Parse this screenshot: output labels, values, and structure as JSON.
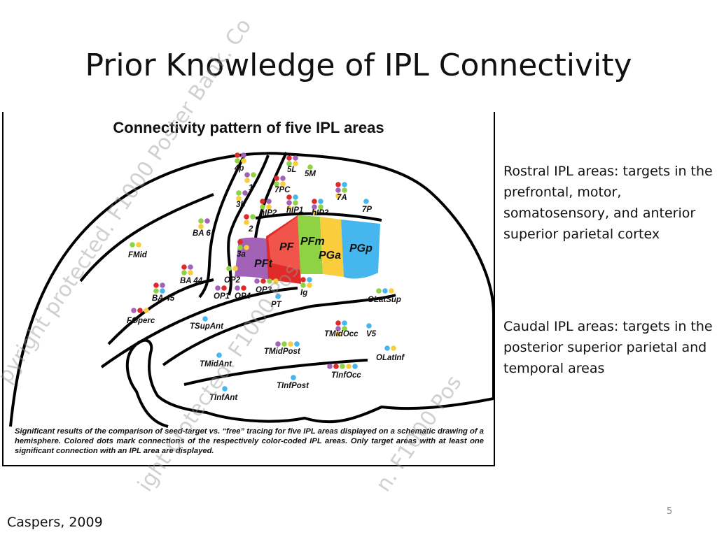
{
  "slide": {
    "title": "Prior Knowledge of IPL Connectivity",
    "rostral_text": "Rostral IPL areas: targets in the prefrontal, motor, somatosensory, and anterior superior parietal cortex",
    "caudal_text": "Caudal IPL areas: targets in the posterior superior parietal and temporal areas",
    "citation": "Caspers, 2009",
    "page_number": "5"
  },
  "figure": {
    "title": "Connectivity pattern of five IPL areas",
    "caption": "Significant results of the comparison of seed-target vs. “free” tracing for five IPL areas displayed on a schematic drawing of a hemisphere. Colored dots mark connections of the respectively color-coded IPL areas. Only target areas with at least one significant connection with an IPL area are displayed.",
    "watermark_texts": [
      "pyright protected. F1000 Poster Bank. Co",
      "ight protected. F1000 Pos",
      "n. F1000 Pos"
    ]
  },
  "colors": {
    "PFop": "#a262b8",
    "PFt": "#e02a2a",
    "PF": "#f0544a",
    "PFm": "#8fd243",
    "PGa": "#f9cd3c",
    "PGp": "#45b6ee"
  },
  "ipl_areas": [
    {
      "id": "PFt",
      "label": "PFt",
      "color": "#e02a2a"
    },
    {
      "id": "PF",
      "label": "PF",
      "color": "#f0544a"
    },
    {
      "id": "PFm",
      "label": "PFm",
      "color": "#8fd243"
    },
    {
      "id": "PGa",
      "label": "PGa",
      "color": "#f9cd3c"
    },
    {
      "id": "PGp",
      "label": "PGp",
      "color": "#45b6ee"
    }
  ],
  "target_areas": [
    {
      "label": "4p",
      "dots": [
        "PFt",
        "PFop",
        "PFm",
        "PGa"
      ]
    },
    {
      "label": "5L",
      "dots": [
        "PFt",
        "PFop",
        "PFm",
        "PGa"
      ]
    },
    {
      "label": "5M",
      "dots": [
        "PFm"
      ]
    },
    {
      "label": "1",
      "dots": [
        "PFop",
        "PFm",
        "PGa"
      ]
    },
    {
      "label": "7PC",
      "dots": [
        "PFt",
        "PFop",
        "PFm",
        "PGa"
      ]
    },
    {
      "label": "3b",
      "dots": [
        "PFm",
        "PFop",
        "PGa"
      ]
    },
    {
      "label": "hIP2",
      "dots": [
        "PFt",
        "PFop",
        "PFm",
        "PGa"
      ]
    },
    {
      "label": "hIP1",
      "dots": [
        "PFt",
        "PGp",
        "PFop",
        "PFm",
        "PGa"
      ]
    },
    {
      "label": "hIP3",
      "dots": [
        "PFt",
        "PGp",
        "PFop",
        "PFm",
        "PGa"
      ]
    },
    {
      "label": "7A",
      "dots": [
        "PFt",
        "PGp",
        "PFop",
        "PFm",
        "PGa"
      ]
    },
    {
      "label": "7P",
      "dots": [
        "PGp"
      ]
    },
    {
      "label": "2",
      "dots": [
        "PFt",
        "PFm",
        "PGa"
      ]
    },
    {
      "label": "BA 6",
      "dots": [
        "PFm",
        "PFop",
        "PGa"
      ]
    },
    {
      "label": "3a",
      "dots": [
        "PFt",
        "PFop",
        "PFm",
        "PGa"
      ]
    },
    {
      "label": "FMid",
      "dots": [
        "PFm",
        "PGa"
      ]
    },
    {
      "label": "BA 44",
      "dots": [
        "PFt",
        "PFop",
        "PFm",
        "PGa"
      ]
    },
    {
      "label": "OP2",
      "dots": [
        "PFm",
        "PGa"
      ]
    },
    {
      "label": "BA 45",
      "dots": [
        "PFt",
        "PFop",
        "PFm",
        "PGp"
      ]
    },
    {
      "label": "OP1",
      "dots": [
        "PFop",
        "PFt"
      ]
    },
    {
      "label": "OP4",
      "dots": [
        "PFop",
        "PFt"
      ]
    },
    {
      "label": "OP3",
      "dots": [
        "PFop",
        "PFt",
        "PFm",
        "PGa"
      ]
    },
    {
      "label": "Ig",
      "dots": [
        "PFt",
        "PGp",
        "PFm",
        "PGa"
      ]
    },
    {
      "label": "PT",
      "dots": [
        "PGp"
      ]
    },
    {
      "label": "OLatSup",
      "dots": [
        "PFm",
        "PGp",
        "PGa"
      ]
    },
    {
      "label": "FOperc",
      "dots": [
        "PFop",
        "PFt",
        "PGa"
      ]
    },
    {
      "label": "TSupAnt",
      "dots": [
        "PGp"
      ]
    },
    {
      "label": "TMidOcc",
      "dots": [
        "PFt",
        "PGp",
        "PFop",
        "PFm",
        "PGa"
      ]
    },
    {
      "label": "V5",
      "dots": [
        "PGp"
      ]
    },
    {
      "label": "TMidPost",
      "dots": [
        "PFop",
        "PFm",
        "PGa",
        "PGp"
      ]
    },
    {
      "label": "OLatInf",
      "dots": [
        "PGp",
        "PGa"
      ]
    },
    {
      "label": "TMidAnt",
      "dots": [
        "PGp"
      ]
    },
    {
      "label": "TInfOcc",
      "dots": [
        "PFop",
        "PFt",
        "PFm",
        "PGa",
        "PGp"
      ]
    },
    {
      "label": "TInfPost",
      "dots": [
        "PGp"
      ]
    },
    {
      "label": "TInfAnt",
      "dots": [
        "PGp"
      ]
    }
  ]
}
